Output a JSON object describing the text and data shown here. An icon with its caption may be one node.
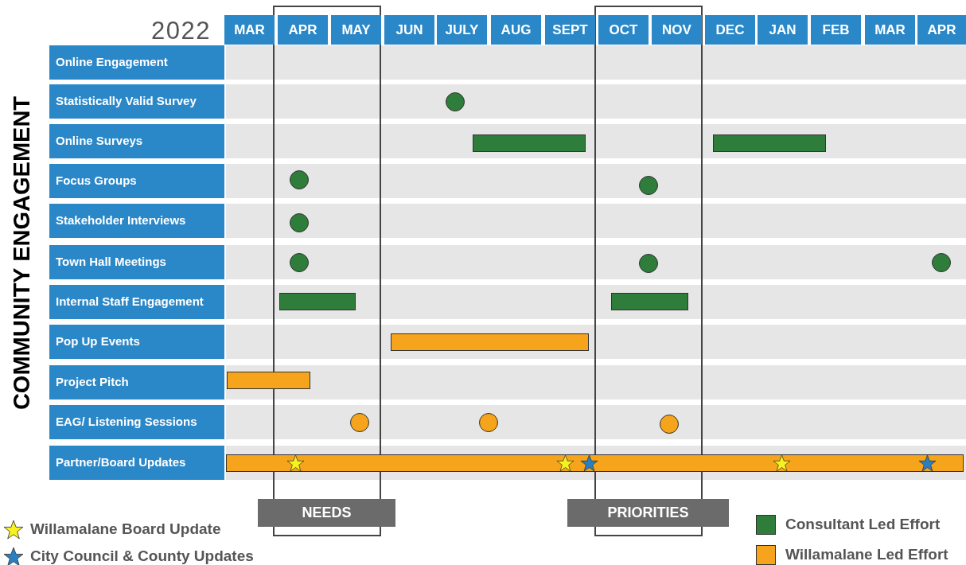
{
  "diagram": {
    "nodes": [
      {
        "text": [
          "MAR"
        ]
      },
      {
        "text": [
          "APR"
        ]
      },
      {
        "text": [
          "MAY"
        ]
      },
      {
        "text": [
          "JUN"
        ]
      },
      {
        "text": [
          "JULY"
        ]
      },
      {
        "text": [
          "AUG"
        ]
      },
      {
        "text": [
          "SEPT"
        ]
      },
      {
        "text": [
          "OCT"
        ]
      },
      {
        "text": [
          "NOV"
        ]
      },
      {
        "text": [
          "DEC"
        ]
      },
      {
        "text": [
          "JAN"
        ]
      },
      {
        "text": [
          "FEB"
        ]
      },
      {
        "text": [
          "MAR"
        ]
      },
      {
        "text": [
          "APR"
        ]
      },
      {
        "text": [
          "Online Engagement"
        ]
      },
      {
        "text": [
          "Statistically Valid Survey"
        ]
      },
      {
        "text": [
          "Online Surveys"
        ]
      },
      {
        "text": [
          "Focus Groups"
        ]
      },
      {
        "text": [
          "Stakeholder Interviews"
        ]
      },
      {
        "text": [
          "Town Hall Meetings"
        ]
      },
      {
        "text": [
          "Internal Staff Engagement"
        ]
      },
      {
        "text": [
          "Pop Up Events"
        ]
      },
      {
        "text": [
          "Project Pitch"
        ]
      },
      {
        "text": [
          "EAG/ Listening Sessions"
        ]
      },
      {
        "text": [
          "Partner/Board Updates"
        ]
      },
      {
        "text": [],
        "shape": "circle"
      },
      {
        "text": [],
        "shape": "bar"
      },
      {
        "text": [],
        "shape": "bar"
      },
      {
        "text": [],
        "shape": "circle"
      },
      {
        "text": [],
        "shape": "circle"
      },
      {
        "text": [],
        "shape": "circle"
      },
      {
        "text": [],
        "shape": "circle"
      },
      {
        "text": [],
        "shape": "circle"
      },
      {
        "text": [],
        "shape": "circle"
      },
      {
        "text": [],
        "shape": "bar"
      },
      {
        "text": [],
        "shape": "bar"
      },
      {
        "text": [],
        "shape": "bar"
      },
      {
        "text": [],
        "shape": "bar"
      },
      {
        "text": [],
        "shape": "circle"
      },
      {
        "text": [],
        "shape": "circle"
      },
      {
        "text": [],
        "shape": "circle"
      },
      {
        "text": [],
        "shape": "bar"
      },
      {
        "text": [],
        "shape": "star",
        "in": 41
      },
      {
        "text": [],
        "shape": "star",
        "in": 41
      },
      {
        "text": [],
        "shape": "star",
        "in": 41
      },
      {
        "text": [],
        "shape": "star",
        "in": 41
      },
      {
        "text": [],
        "shape": "star",
        "in": 41
      },
      {
        "text": [
          "NEEDS"
        ]
      },
      {
        "text": [
          "PRIORITIES"
        ]
      }
    ],
    "labels": [
      "2022",
      "COMMUNITY ENGAGEMENT"
    ],
    "legend": [
      {
        "text": "Willamalane Board Update"
      },
      {
        "text": "City Council & County Updates"
      },
      {
        "text": "Consultant Led Effort",
        "color": "#2e7d3a"
      },
      {
        "text": "Willamalane Led Effort",
        "color": "#f5a41b"
      }
    ]
  }
}
